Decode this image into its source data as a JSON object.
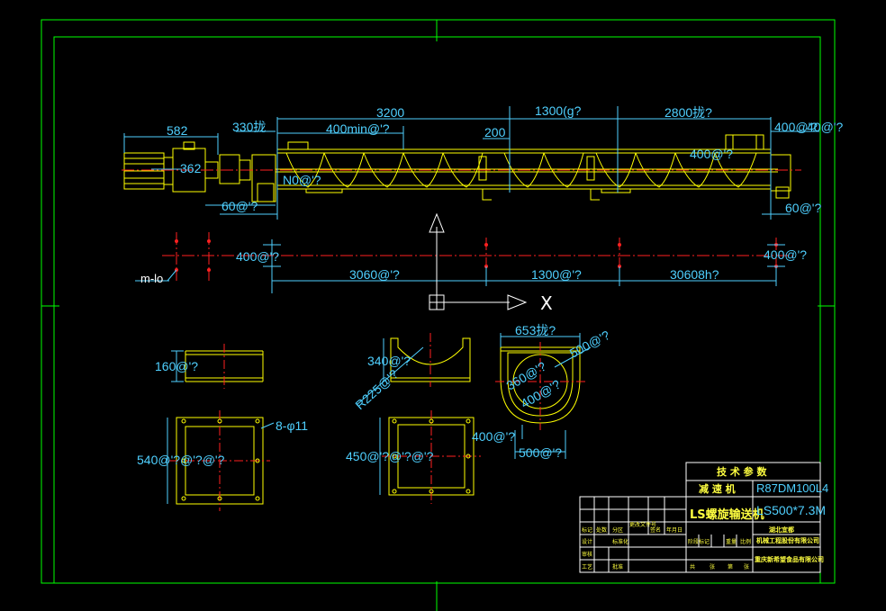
{
  "dimensions": {
    "top": {
      "d582": "582",
      "d330": "330拢",
      "d3200": "3200",
      "d400min": "400min@'?",
      "d200": "200",
      "d1300g": "1300(g?",
      "d2800": "2800拢?",
      "d400right": "400@'?",
      "d40right": "40@'?",
      "d362": "362",
      "d400inner": "400@'?",
      "dN0": "N0@'?",
      "d60left": "60@'?",
      "d60right": "60@'?"
    },
    "plan": {
      "d400l": "400@'?",
      "d400r": "400@'?",
      "d3060": "3060@'?",
      "d1300": "1300@'?",
      "d30608": "30608h?",
      "mlo": "m-lo"
    },
    "details": {
      "d160": "160@'?",
      "d340": "340@'?",
      "dR225": "R225@'?",
      "d653": "653拢?",
      "d500r": "500@'?",
      "d360": "360@'?",
      "d400c": "400@'?",
      "d400b": "400@'?",
      "d500b": "500@'?",
      "holes": "8-φ11",
      "flangeLeft": "540@'?@'?@'?",
      "flangeRight": "450@'?@'?@'?"
    }
  },
  "axis": {
    "label": "X"
  },
  "title_block": {
    "tech_params": "技 术 参 数",
    "reducer_label": "减 速 机",
    "reducer_model": "R87DM100L4",
    "product_name": "LS螺旋输送机",
    "product_model": "LS500*7.3M",
    "company1": "湖北宜都",
    "company2": "机械工程股份有限公司",
    "client": "重庆新希望食品有限公司",
    "row_labels": [
      "标记",
      "处数",
      "分区",
      "更改文件号",
      "签名",
      "年月日"
    ],
    "row2": [
      "设计",
      "标准化",
      "阶段标记",
      "重量",
      "比例"
    ],
    "row3": [
      "审核"
    ],
    "row4": [
      "工艺",
      "批准"
    ],
    "sheet": [
      "共",
      "张",
      "第",
      "张"
    ]
  },
  "colors": {
    "frame": "#00ff00",
    "machine": "#ffff00",
    "dimension": "#4fd0ff",
    "centerline": "#ff2020",
    "white": "#ffffff"
  }
}
